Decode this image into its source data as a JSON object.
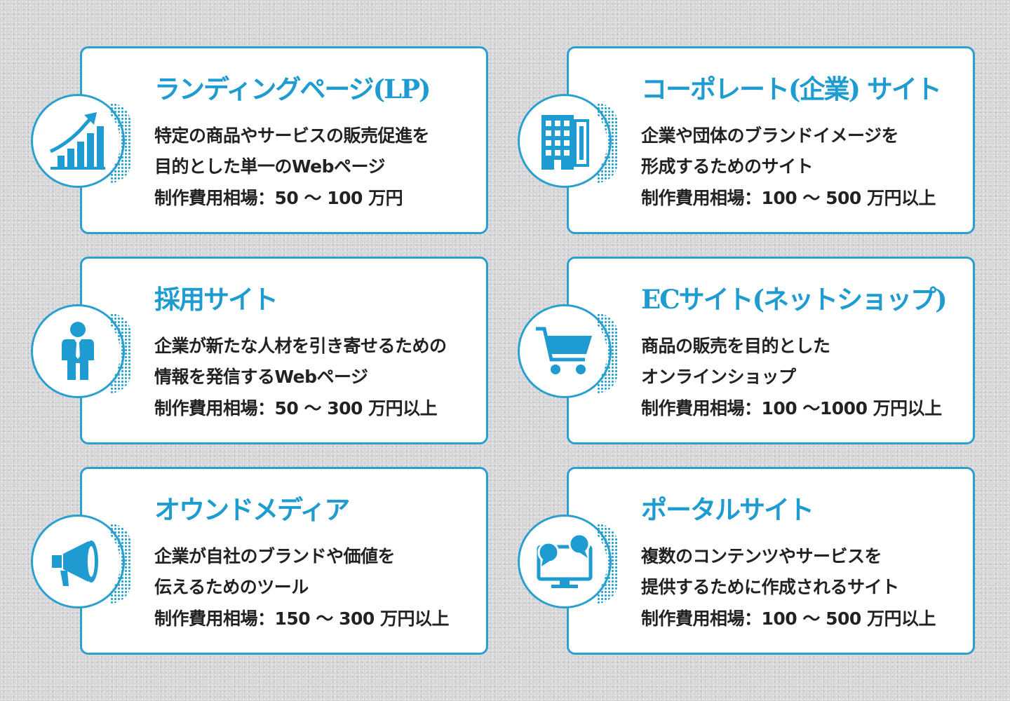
{
  "accent_color": "#2aa0cf",
  "cards": [
    {
      "icon": "chart-growth-icon",
      "title": "ランディングページ(LP)",
      "line1": "特定の商品やサービスの販売促進を",
      "line2": "目的とした単一のWebページ",
      "line3": "制作費用相場：50 ～ 100 万円"
    },
    {
      "icon": "building-icon",
      "title": "コーポレート(企業) サイト",
      "line1": "企業や団体のブランドイメージを",
      "line2": "形成するためのサイト",
      "line3": "制作費用相場：100 ～ 500 万円以上"
    },
    {
      "icon": "businessman-icon",
      "title": "採用サイト",
      "line1": "企業が新たな人材を引き寄せるための",
      "line2": "情報を発信するWebページ",
      "line3": "制作費用相場：50 ～ 300 万円以上"
    },
    {
      "icon": "shopping-cart-icon",
      "title": "ECサイト(ネットショップ)",
      "line1": "商品の販売を目的とした",
      "line2": "オンラインショップ",
      "line3": "制作費用相場：100 ～1000 万円以上"
    },
    {
      "icon": "megaphone-icon",
      "title": "オウンドメディア",
      "line1": "企業が自社のブランドや価値を",
      "line2": "伝えるためのツール",
      "line3": "制作費用相場：150 ～ 300 万円以上"
    },
    {
      "icon": "monitor-chat-icon",
      "title": "ポータルサイト",
      "line1": "複数のコンテンツやサービスを",
      "line2": "提供するために作成されるサイト",
      "line3": "制作費用相場：100 ～ 500 万円以上"
    }
  ]
}
